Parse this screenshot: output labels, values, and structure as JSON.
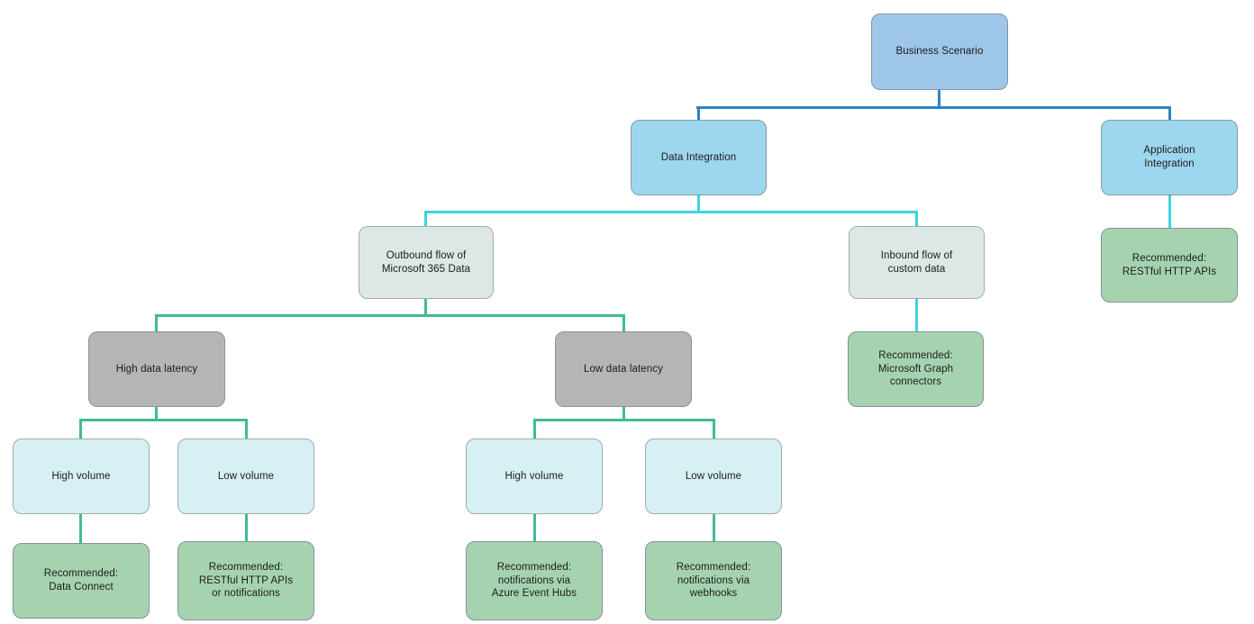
{
  "diagram": {
    "title": "Business Scenario decision tree",
    "palette": {
      "root_fill": "#9ec6e8",
      "branch_fill": "#9cd6ef",
      "condition_fill": "#dde7e6",
      "latency_fill": "#b4b6b5",
      "volume_fill": "#d7f0f4",
      "recommendation_fill": "#a6d3af",
      "connector_blue": "#2e83c5",
      "connector_cyan": "#3ed3e0",
      "connector_green": "#41bb92"
    },
    "nodes": {
      "business_scenario": {
        "label": "Business Scenario"
      },
      "data_integration": {
        "label": "Data Integration"
      },
      "application_integration": {
        "label": "Application\nIntegration"
      },
      "outbound_flow": {
        "label": "Outbound flow of\nMicrosoft 365 Data"
      },
      "inbound_flow": {
        "label": "Inbound flow of\ncustom data"
      },
      "rec_restful_http_apis_app": {
        "label": "Recommended:\nRESTful HTTP APIs"
      },
      "high_data_latency": {
        "label": "High data latency"
      },
      "low_data_latency": {
        "label": "Low data latency"
      },
      "rec_graph_connectors": {
        "label": "Recommended:\nMicrosoft Graph\nconnectors"
      },
      "high_volume_high_latency": {
        "label": "High volume"
      },
      "low_volume_high_latency": {
        "label": "Low volume"
      },
      "high_volume_low_latency": {
        "label": "High volume"
      },
      "low_volume_low_latency": {
        "label": "Low volume"
      },
      "rec_data_connect": {
        "label": "Recommended:\nData Connect"
      },
      "rec_restful_or_notifications": {
        "label": "Recommended:\nRESTful HTTP APIs\nor notifications"
      },
      "rec_notifications_event_hubs": {
        "label": "Recommended:\nnotifications via\nAzure Event Hubs"
      },
      "rec_notifications_webhooks": {
        "label": "Recommended:\nnotifications via\nwebhooks"
      }
    }
  }
}
